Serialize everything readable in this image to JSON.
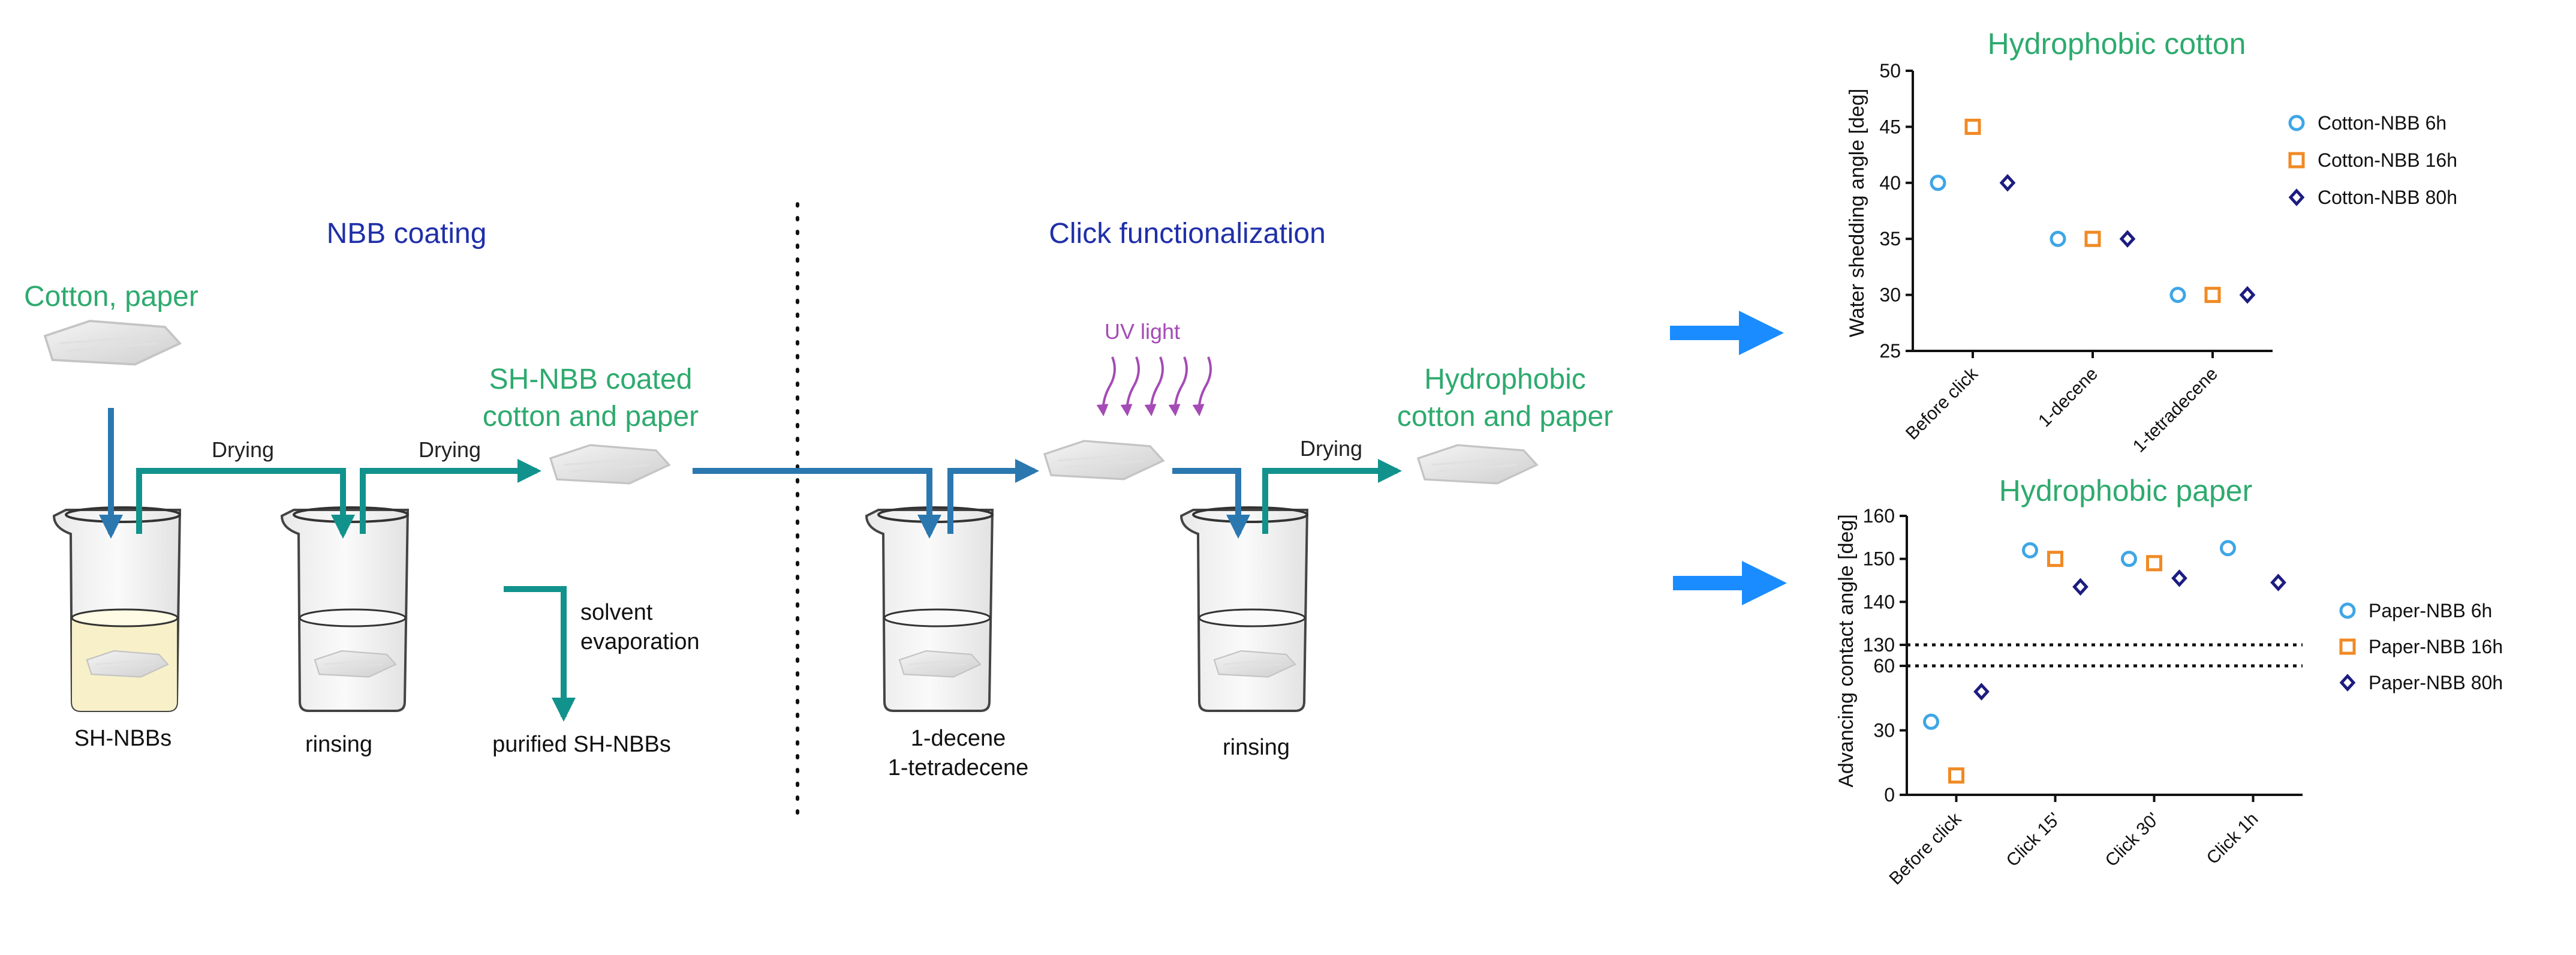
{
  "diagram": {
    "sections": {
      "nbb_coating": "NBB coating",
      "click_functionalization": "Click functionalization"
    },
    "labels": {
      "cotton_paper": "Cotton, paper",
      "sh_nbb_coated_line1": "SH-NBB coated",
      "sh_nbb_coated_line2": "cotton and paper",
      "hydrophobic_line1": "Hydrophobic",
      "hydrophobic_line2": "cotton and paper",
      "uv_light": "UV light",
      "drying_1": "Drying",
      "drying_2": "Drying",
      "drying_3": "Drying",
      "solvent_line1": "solvent",
      "solvent_line2": "evaporation",
      "purified": "purified SH-NBBs",
      "beaker_sh_nbbs": "SH-NBBs",
      "beaker_rinsing_1": "rinsing",
      "beaker_decene_line1": "1-decene",
      "beaker_decene_line2": "1-tetradecene",
      "beaker_rinsing_2": "rinsing"
    },
    "colors": {
      "section_title": "#1f2fa8",
      "green_text": "#2eaa6e",
      "flow_blue": "#2b78b0",
      "flow_teal": "#12928c",
      "uv": "#a54bb5",
      "result_arrow": "#1a8cff"
    }
  },
  "chart_data": [
    {
      "type": "scatter",
      "title": "Hydrophobic cotton",
      "ylabel": "Water shedding angle [deg]",
      "xlabel": "",
      "categories": [
        "Before click",
        "1-decene",
        "1-tetradecene"
      ],
      "ylim": [
        25,
        50
      ],
      "yticks": [
        "25",
        "30",
        "35",
        "40",
        "45",
        "50"
      ],
      "legend_position": "right",
      "series": [
        {
          "name": "Cotton-NBB 6h",
          "marker": "circle",
          "color": "#3ea6e6",
          "values": [
            40,
            35,
            30
          ]
        },
        {
          "name": "Cotton-NBB 16h",
          "marker": "square",
          "color": "#f08a24",
          "values": [
            45,
            35,
            30
          ]
        },
        {
          "name": "Cotton-NBB 80h",
          "marker": "diamond",
          "color": "#1c1c80",
          "values": [
            40,
            35,
            30
          ]
        }
      ]
    },
    {
      "type": "scatter",
      "title": "Hydrophobic paper",
      "ylabel": "Advancing contact angle [deg]",
      "xlabel": "",
      "categories": [
        "Before click",
        "Click 15'",
        "Click 30'",
        "Click 1h"
      ],
      "axis_break": {
        "lower": [
          0,
          60
        ],
        "upper": [
          130,
          160
        ]
      },
      "yticks_lower": [
        "0",
        "30",
        "60"
      ],
      "yticks_upper": [
        "130",
        "140",
        "150",
        "160"
      ],
      "legend_position": "right",
      "series": [
        {
          "name": "Paper-NBB 6h",
          "marker": "circle",
          "color": "#3ea6e6",
          "values": [
            34,
            152,
            150,
            152.5
          ]
        },
        {
          "name": "Paper-NBB 16h",
          "marker": "square",
          "color": "#f08a24",
          "values": [
            9,
            150,
            149,
            null
          ]
        },
        {
          "name": "Paper-NBB 80h",
          "marker": "diamond",
          "color": "#1c1c80",
          "values": [
            48,
            143.5,
            145.5,
            144.5
          ]
        }
      ]
    }
  ]
}
